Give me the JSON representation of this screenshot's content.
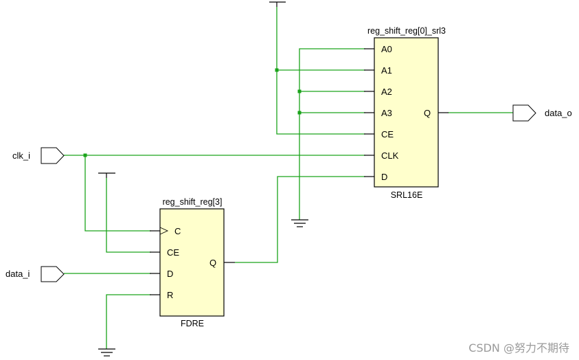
{
  "schematic": {
    "cells": {
      "srl": {
        "instance_name": "reg_shift_reg[0]_srl3",
        "type": "SRL16E",
        "pins": {
          "a0": "A0",
          "a1": "A1",
          "a2": "A2",
          "a3": "A3",
          "ce": "CE",
          "clk": "CLK",
          "d": "D",
          "q": "Q"
        }
      },
      "fdre": {
        "instance_name": "reg_shift_reg[3]",
        "type": "FDRE",
        "pins": {
          "c": "C",
          "ce": "CE",
          "d": "D",
          "r": "R",
          "q": "Q"
        }
      }
    },
    "ports": {
      "clk_in": "clk_i",
      "data_in": "data_i",
      "data_out": "data_o"
    },
    "power_symbols": [
      "vcc",
      "vcc",
      "gnd",
      "gnd"
    ],
    "colors": {
      "wire": "#1aa31a",
      "cell_fill": "#ffffcc",
      "outline": "#000000"
    }
  },
  "watermark": "CSDN @努力不期待"
}
